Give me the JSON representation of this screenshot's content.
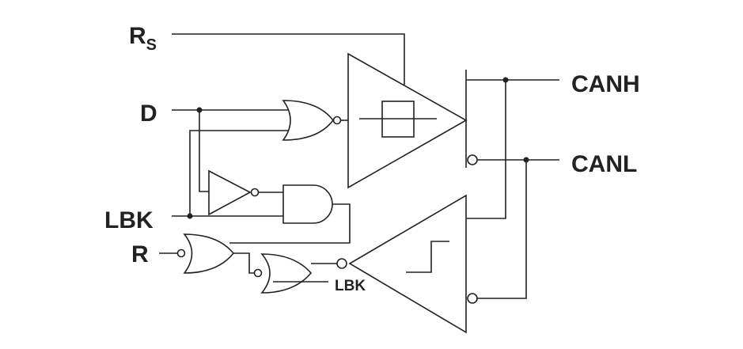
{
  "labels": {
    "rs": "R",
    "rs_sub": "S",
    "d": "D",
    "lbk": "LBK",
    "r": "R",
    "lbk_gate": "LBK",
    "canh": "CANH",
    "canl": "CANL"
  },
  "colors": {
    "line": "#222222",
    "background": "#ffffff"
  }
}
